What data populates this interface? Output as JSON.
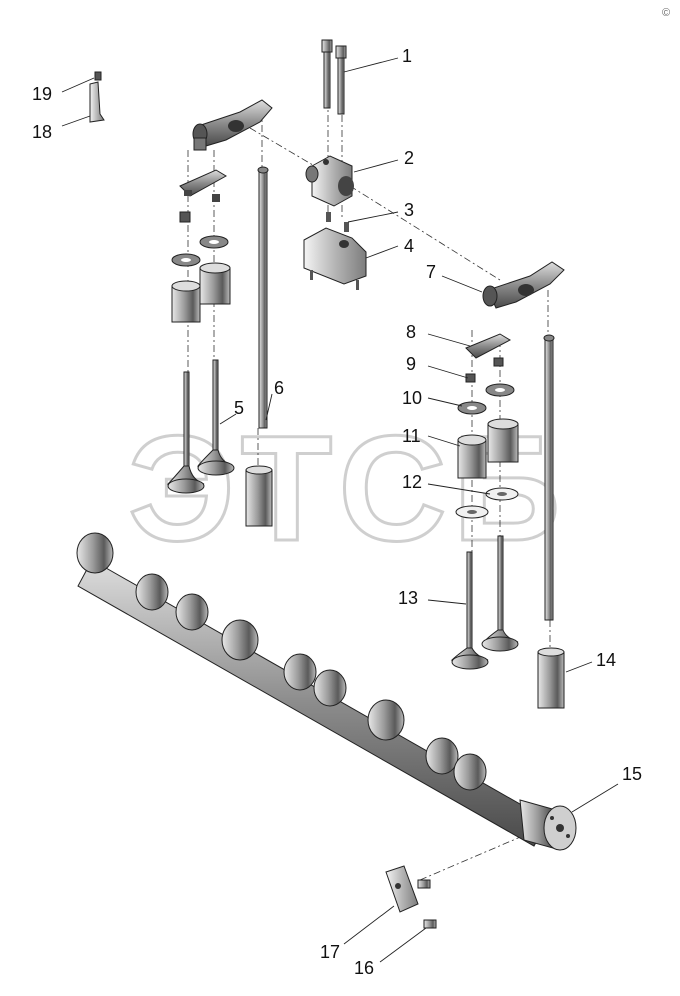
{
  "labels": [
    "1",
    "2",
    "3",
    "4",
    "5",
    "6",
    "7",
    "8",
    "9",
    "10",
    "11",
    "12",
    "13",
    "14",
    "15",
    "16",
    "17",
    "18",
    "19"
  ],
  "watermark": "ЭТСБ",
  "corner_mark": "©"
}
